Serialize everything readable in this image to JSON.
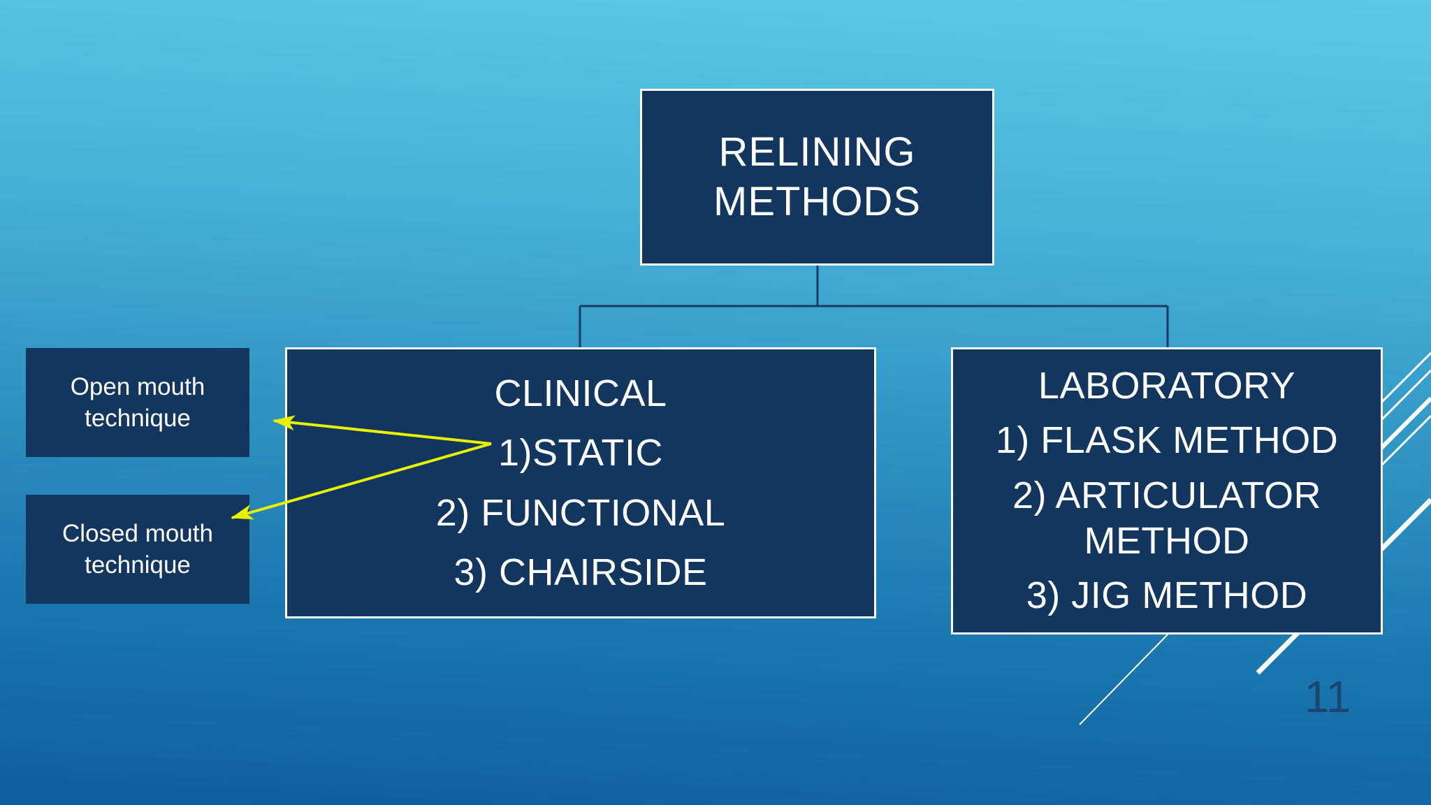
{
  "slide": {
    "title_box": {
      "line1": "RELINING",
      "line2": "METHODS"
    },
    "clinical": {
      "heading": "CLINICAL",
      "items": [
        "1)STATIC",
        "2) FUNCTIONAL",
        "3) CHAIRSIDE"
      ]
    },
    "laboratory": {
      "heading": "LABORATORY",
      "items": [
        "1) FLASK METHOD",
        "2) ARTICULATOR METHOD",
        "3) JIG METHOD"
      ]
    },
    "callouts": {
      "open": "Open mouth technique",
      "closed": "Closed mouth technique"
    },
    "page_number": "11",
    "colors": {
      "box_fill": "#12365E",
      "box_border": "#FFFFFF",
      "connector": "#1A3A5F",
      "arrow": "#E8F000",
      "page_number": "#1C4672",
      "bg_top": "#5BC9E7",
      "bg_mid": "#2F95C4",
      "bg_bottom": "#0F5F9D",
      "decor_line": "#FFFFFF",
      "text": "#FFFFFF"
    }
  }
}
